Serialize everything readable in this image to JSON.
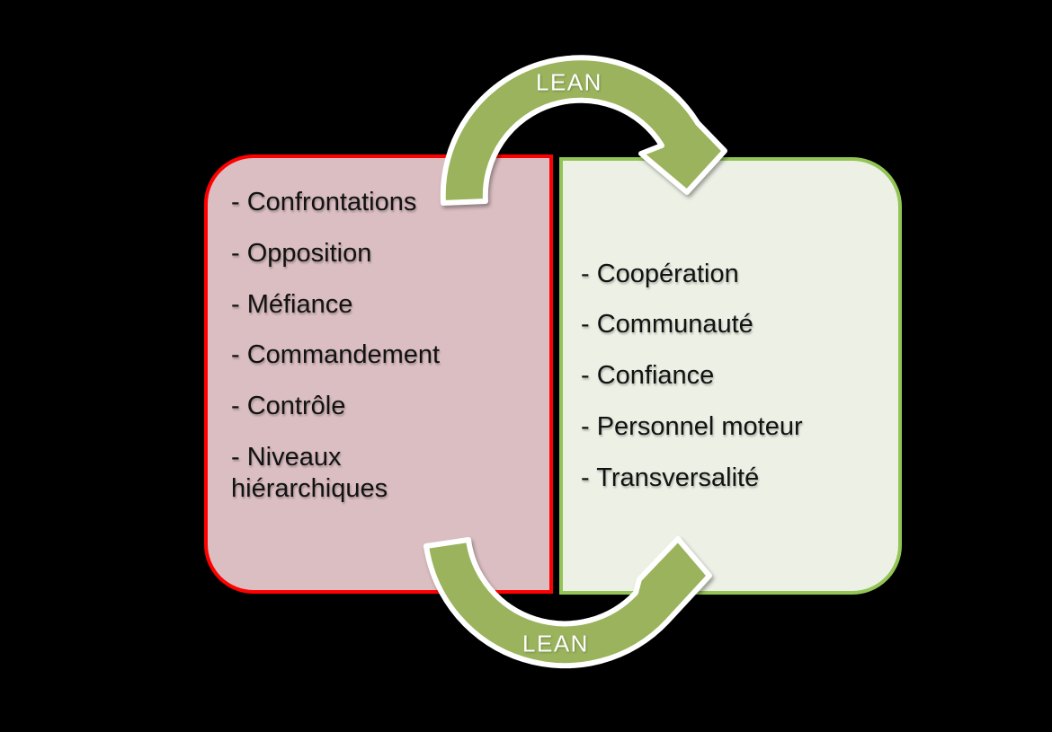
{
  "colors": {
    "background": "#000000",
    "left_box_fill": "#dbbec2",
    "left_box_border": "#ff0000",
    "right_box_fill": "#edf1e5",
    "right_box_border": "#93c556",
    "arrow_fill": "#9ab35c",
    "arrow_outline": "#ffffff",
    "text": "#121212",
    "label_text": "#ffffff"
  },
  "left_box": {
    "items": [
      "- Confrontations",
      "- Opposition",
      "- Méfiance",
      "- Commandement",
      "- Contrôle",
      "- Niveaux hiérarchiques"
    ]
  },
  "right_box": {
    "items": [
      "- Coopération",
      "- Communauté",
      "- Confiance",
      "- Personnel moteur",
      "- Transversalité"
    ]
  },
  "arrows": {
    "top": {
      "label": "LEAN"
    },
    "bottom": {
      "label": "LEAN"
    }
  }
}
